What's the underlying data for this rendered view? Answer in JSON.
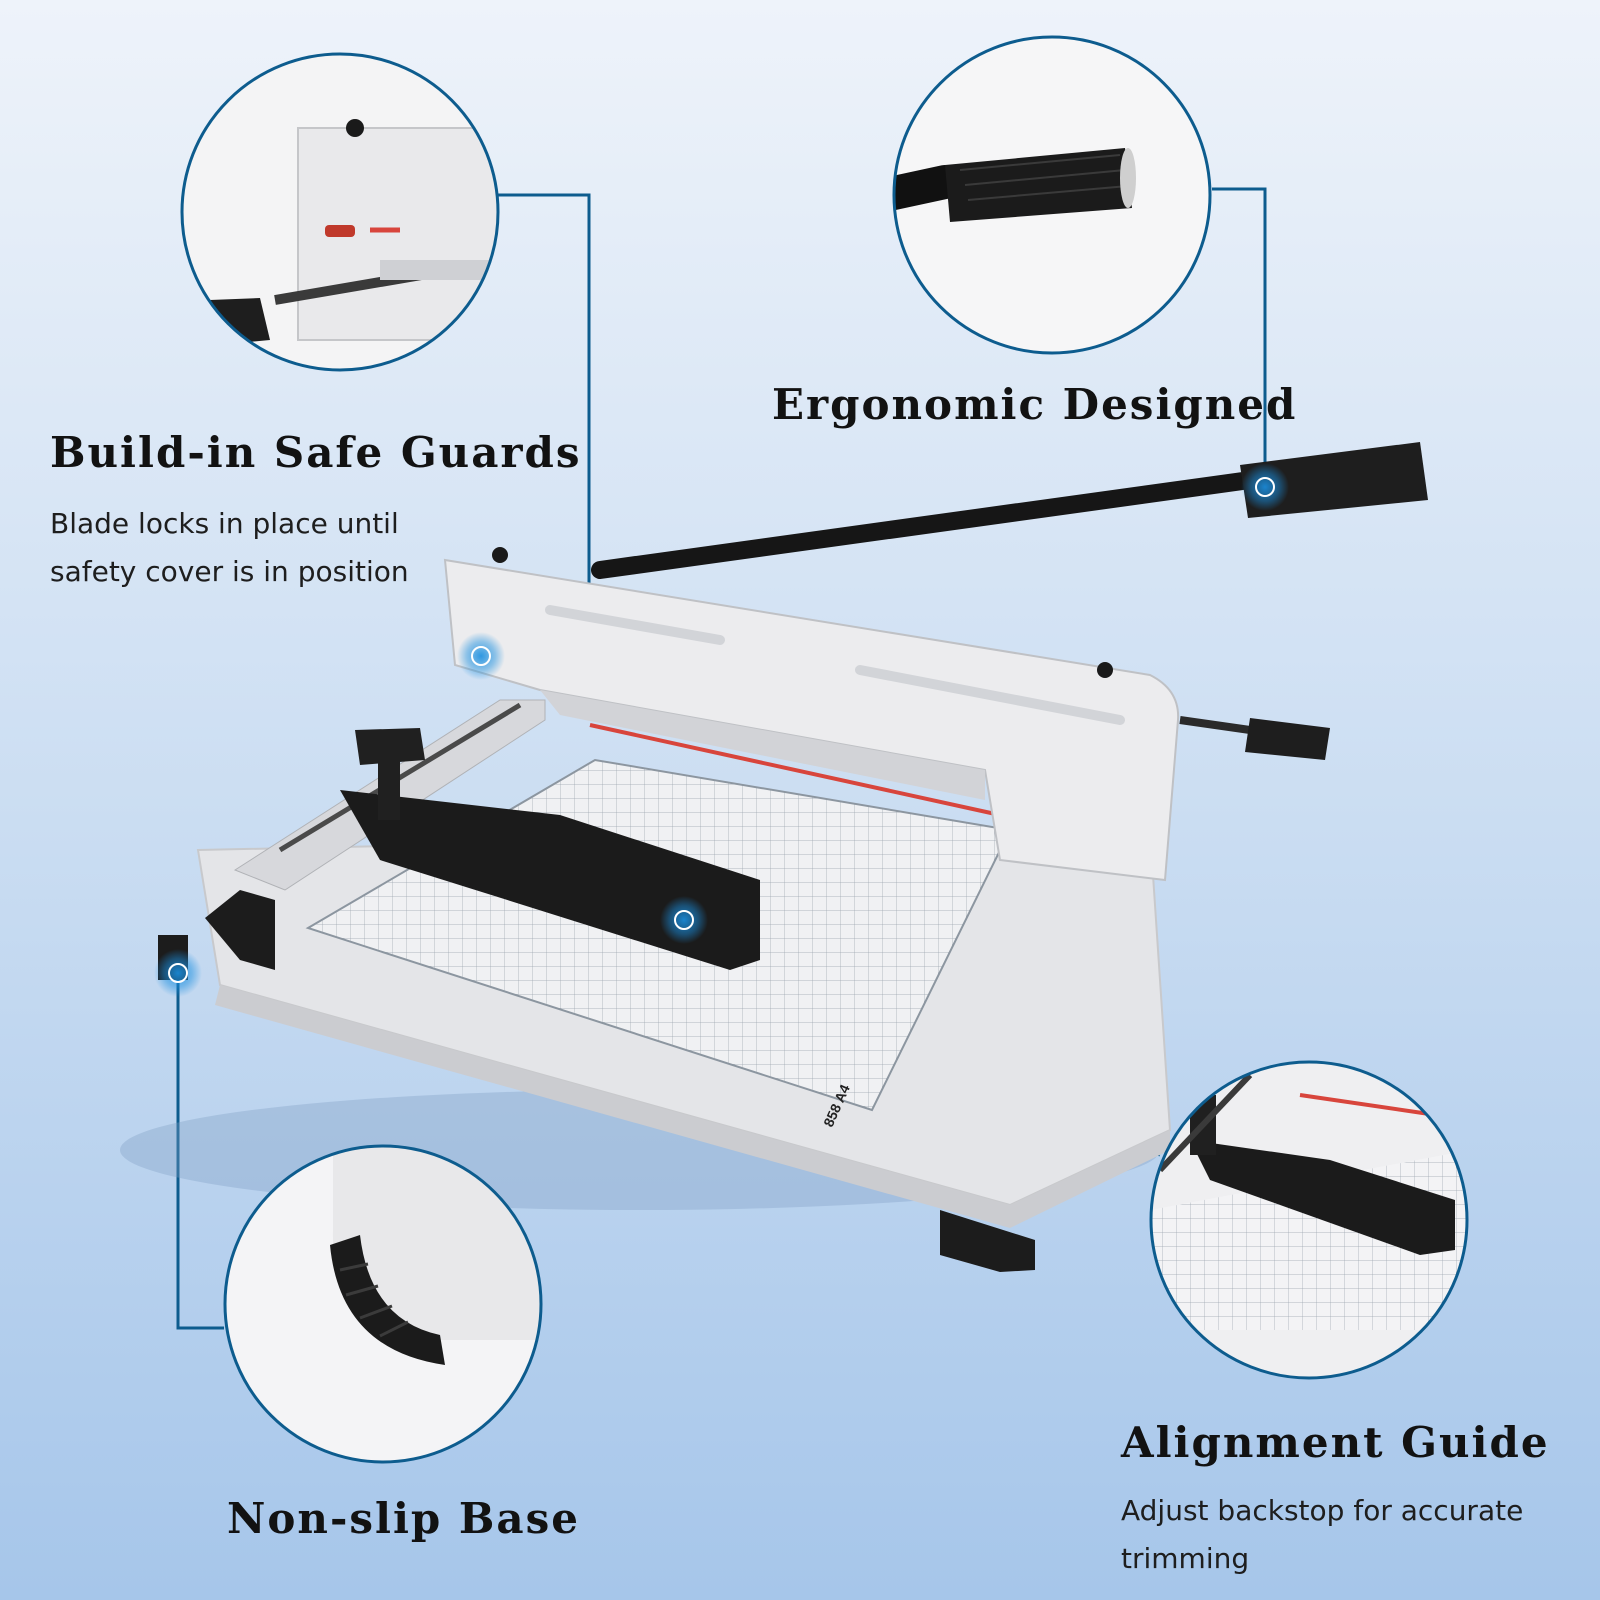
{
  "features": {
    "safe_guards": {
      "title": "Build-in Safe Guards",
      "description": "Blade locks in place until safety cover is in position"
    },
    "ergonomic": {
      "title": "Ergonomic Designed"
    },
    "alignment": {
      "title": "Alignment Guide",
      "description": "Adjust backstop for accurate trimming"
    },
    "non_slip": {
      "title": "Non-slip Base"
    }
  },
  "product": {
    "model_label": "858 A4"
  },
  "colors": {
    "callout_line": "#0d5c8e",
    "hotspot": "#1a8fe0",
    "background_top": "#eef3fa",
    "background_bottom": "#a6c6ea"
  }
}
